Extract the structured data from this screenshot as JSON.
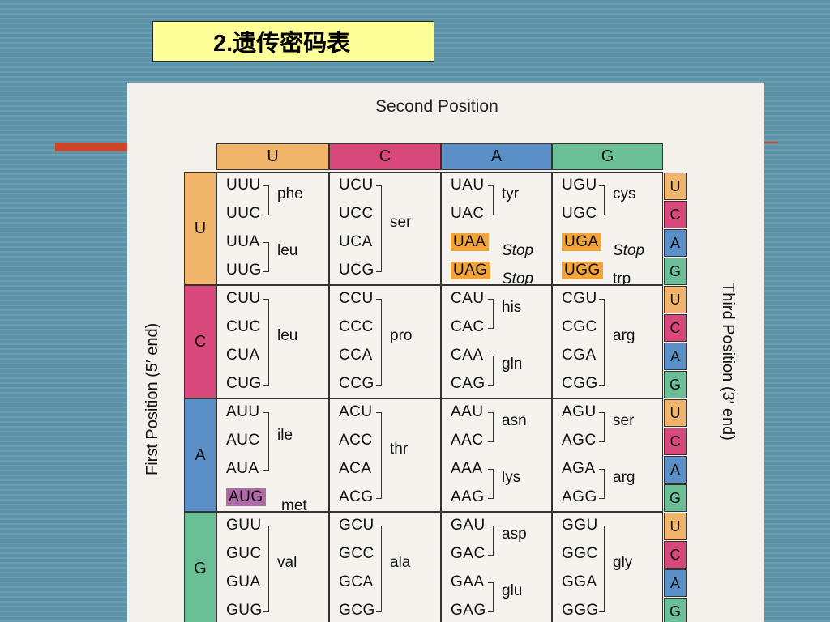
{
  "slide_title": "2.遗传密码表",
  "second_position_label": "Second Position",
  "first_position_label": "First Position (5′ end)",
  "third_position_label": "Third Position (3′ end)",
  "colors": {
    "U": "#f0b56a",
    "C": "#d9487a",
    "A": "#5b8fc8",
    "G": "#6bbf96",
    "stop": "#f0a43a",
    "start": "#b06aa8"
  },
  "second_headers": [
    "U",
    "C",
    "A",
    "G"
  ],
  "first_labels": [
    "U",
    "C",
    "A",
    "G"
  ],
  "third_labels": [
    "U",
    "C",
    "A",
    "G",
    "U",
    "C",
    "A",
    "G",
    "U",
    "C",
    "A",
    "G",
    "U",
    "C",
    "A",
    "G"
  ],
  "cells": {
    "r0c0": {
      "codons": [
        "UUU",
        "UUC",
        "UUA",
        "UUG"
      ],
      "aa": [
        "phe",
        "leu"
      ]
    },
    "r0c1": {
      "codons": [
        "UCU",
        "UCC",
        "UCA",
        "UCG"
      ],
      "aa": [
        "ser"
      ]
    },
    "r0c2": {
      "codons": [
        "UAU",
        "UAC",
        "UAA",
        "UAG"
      ],
      "aa": [
        "tyr",
        "Stop",
        "Stop"
      ]
    },
    "r0c3": {
      "codons": [
        "UGU",
        "UGC",
        "UGA",
        "UGG"
      ],
      "aa": [
        "cys",
        "Stop",
        "trp"
      ]
    },
    "r1c0": {
      "codons": [
        "CUU",
        "CUC",
        "CUA",
        "CUG"
      ],
      "aa": [
        "leu"
      ]
    },
    "r1c1": {
      "codons": [
        "CCU",
        "CCC",
        "CCA",
        "CCG"
      ],
      "aa": [
        "pro"
      ]
    },
    "r1c2": {
      "codons": [
        "CAU",
        "CAC",
        "CAA",
        "CAG"
      ],
      "aa": [
        "his",
        "gln"
      ]
    },
    "r1c3": {
      "codons": [
        "CGU",
        "CGC",
        "CGA",
        "CGG"
      ],
      "aa": [
        "arg"
      ]
    },
    "r2c0": {
      "codons": [
        "AUU",
        "AUC",
        "AUA",
        "AUG"
      ],
      "aa": [
        "ile",
        "met"
      ]
    },
    "r2c1": {
      "codons": [
        "ACU",
        "ACC",
        "ACA",
        "ACG"
      ],
      "aa": [
        "thr"
      ]
    },
    "r2c2": {
      "codons": [
        "AAU",
        "AAC",
        "AAA",
        "AAG"
      ],
      "aa": [
        "asn",
        "lys"
      ]
    },
    "r2c3": {
      "codons": [
        "AGU",
        "AGC",
        "AGA",
        "AGG"
      ],
      "aa": [
        "ser",
        "arg"
      ]
    },
    "r3c0": {
      "codons": [
        "GUU",
        "GUC",
        "GUA",
        "GUG"
      ],
      "aa": [
        "val"
      ]
    },
    "r3c1": {
      "codons": [
        "GCU",
        "GCC",
        "GCA",
        "GCG"
      ],
      "aa": [
        "ala"
      ]
    },
    "r3c2": {
      "codons": [
        "GAU",
        "GAC",
        "GAA",
        "GAG"
      ],
      "aa": [
        "asp",
        "glu"
      ]
    },
    "r3c3": {
      "codons": [
        "GGU",
        "GGC",
        "GGA",
        "GGG"
      ],
      "aa": [
        "gly"
      ]
    }
  }
}
